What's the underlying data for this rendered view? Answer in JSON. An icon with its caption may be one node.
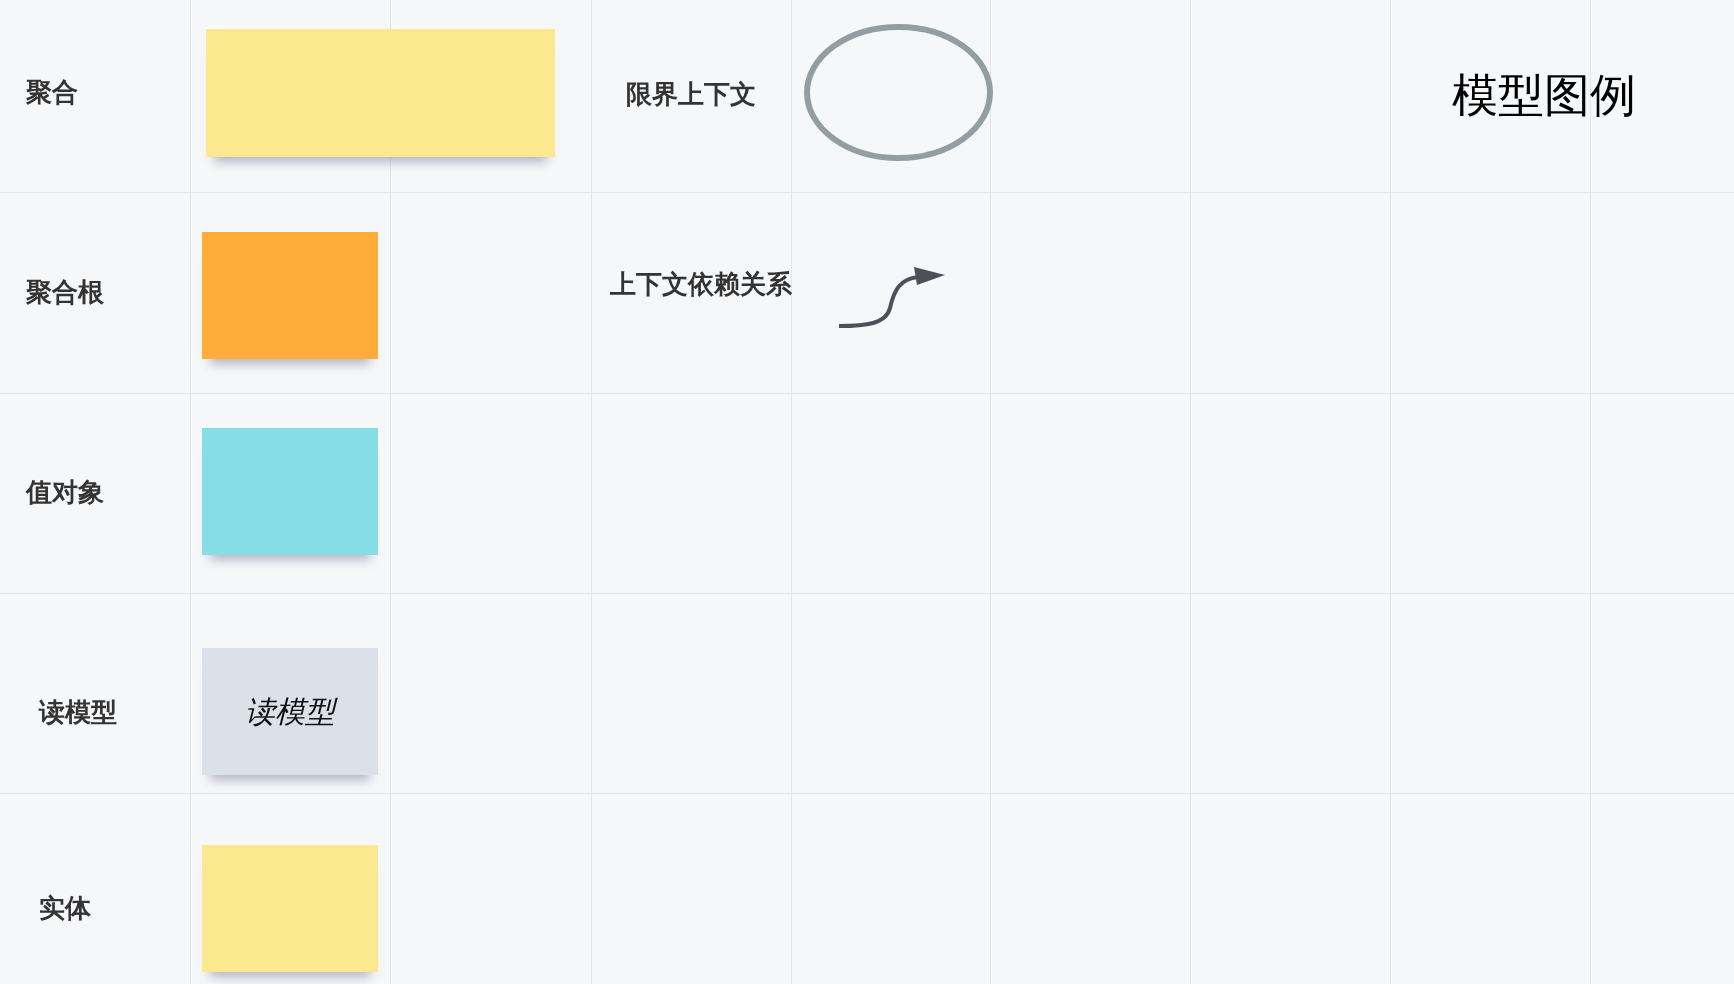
{
  "diagram": {
    "title": "模型图例",
    "legend": [
      {
        "text": "聚合",
        "color": "#fce98f"
      },
      {
        "text": "限界上下文"
      },
      {
        "text": "聚合根",
        "color": "#ffac3b"
      },
      {
        "text": "上下文依赖关系"
      },
      {
        "text": "值对象",
        "color": "#86dde6"
      },
      {
        "text": "读模型",
        "color": "#dbe0e9"
      },
      {
        "text": "实体",
        "color": "#fce98f"
      }
    ],
    "labels": [
      "读模型"
    ]
  }
}
